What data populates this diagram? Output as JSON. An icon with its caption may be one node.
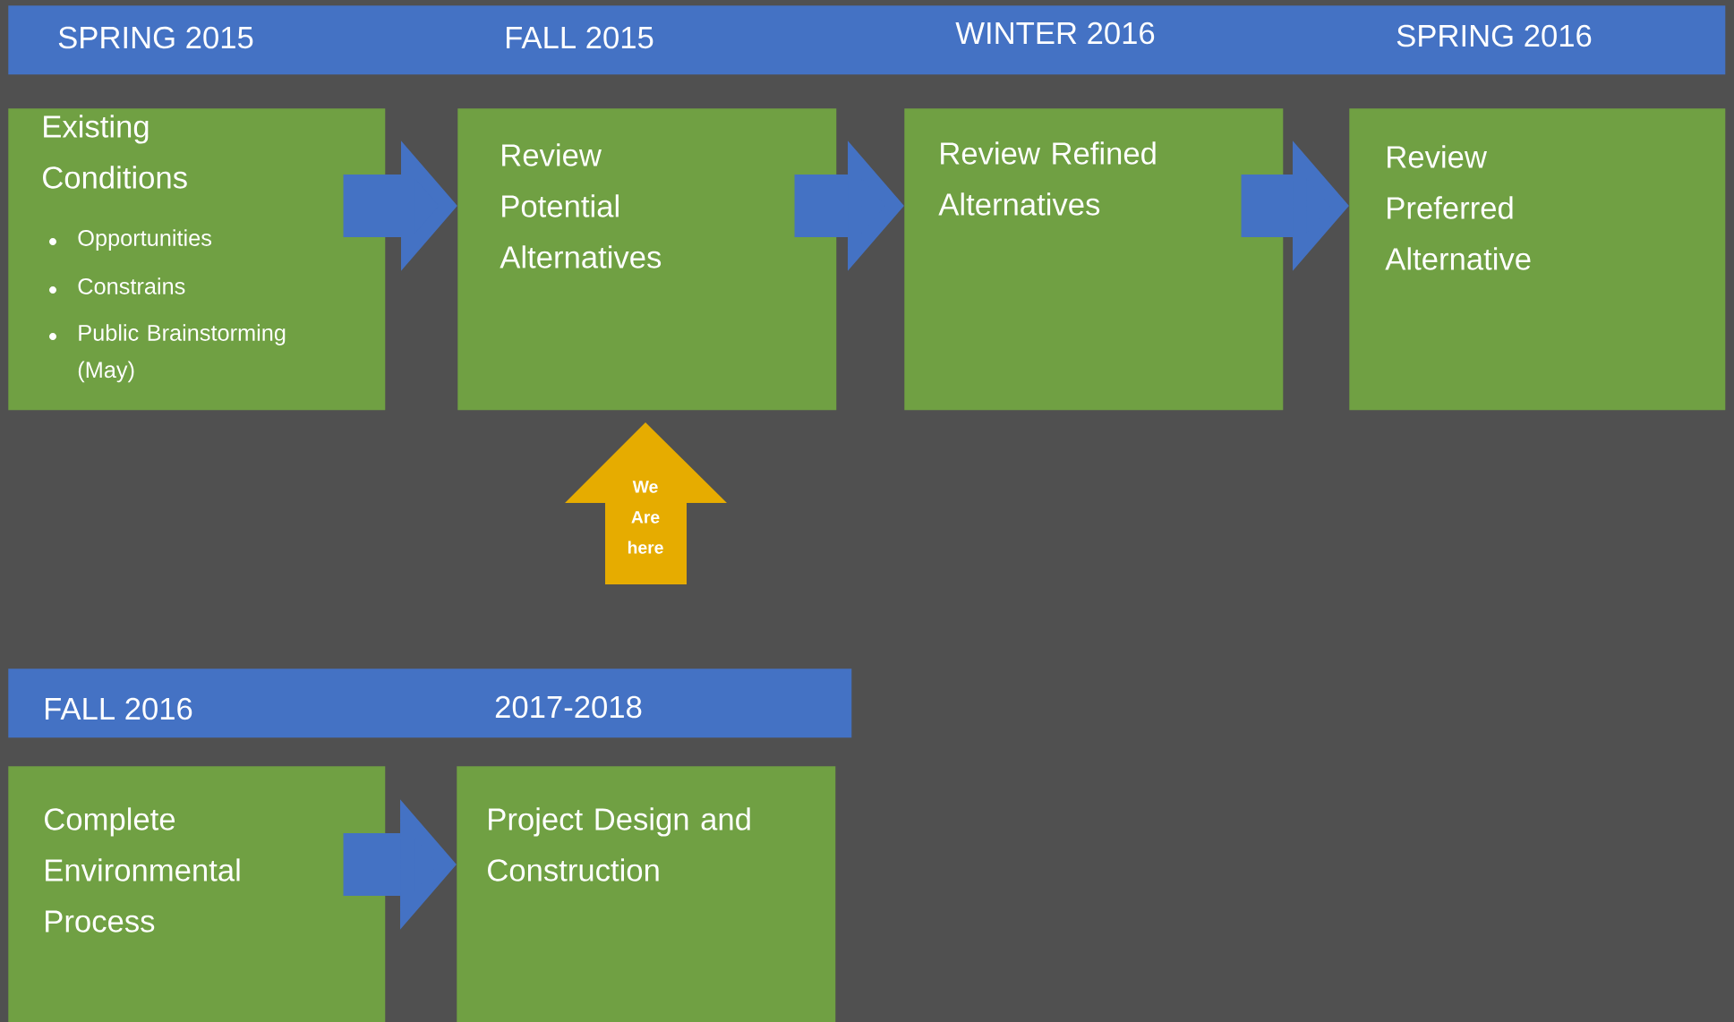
{
  "diagram": {
    "nodes": [
      {
        "text": [
          "SPRING 2015",
          "FALL 2015",
          "WINTER 2016",
          "SPRING 2016"
        ]
      },
      {
        "text": [
          "Existing Conditions",
          "Opportunities",
          "Constrains",
          "Public Brainstorming (May)"
        ]
      },
      {
        "text": [
          "Review Potential Alternatives"
        ]
      },
      {
        "text": [
          "Review Refined Alternatives"
        ]
      },
      {
        "text": [
          "Review Preferred Alternative"
        ]
      },
      {
        "text": [
          "We Are here"
        ]
      },
      {
        "text": [
          "FALL 2016",
          "2017-2018"
        ]
      },
      {
        "text": [
          "Complete Environmental Process"
        ]
      },
      {
        "text": [
          "Project Design and Construction"
        ]
      }
    ],
    "edges": [
      {
        "from": 1,
        "to": 2,
        "arrow": "to"
      },
      {
        "from": 2,
        "to": 3,
        "arrow": "to"
      },
      {
        "from": 3,
        "to": 4,
        "arrow": "to"
      },
      {
        "from": 7,
        "to": 8,
        "arrow": "to"
      }
    ]
  }
}
